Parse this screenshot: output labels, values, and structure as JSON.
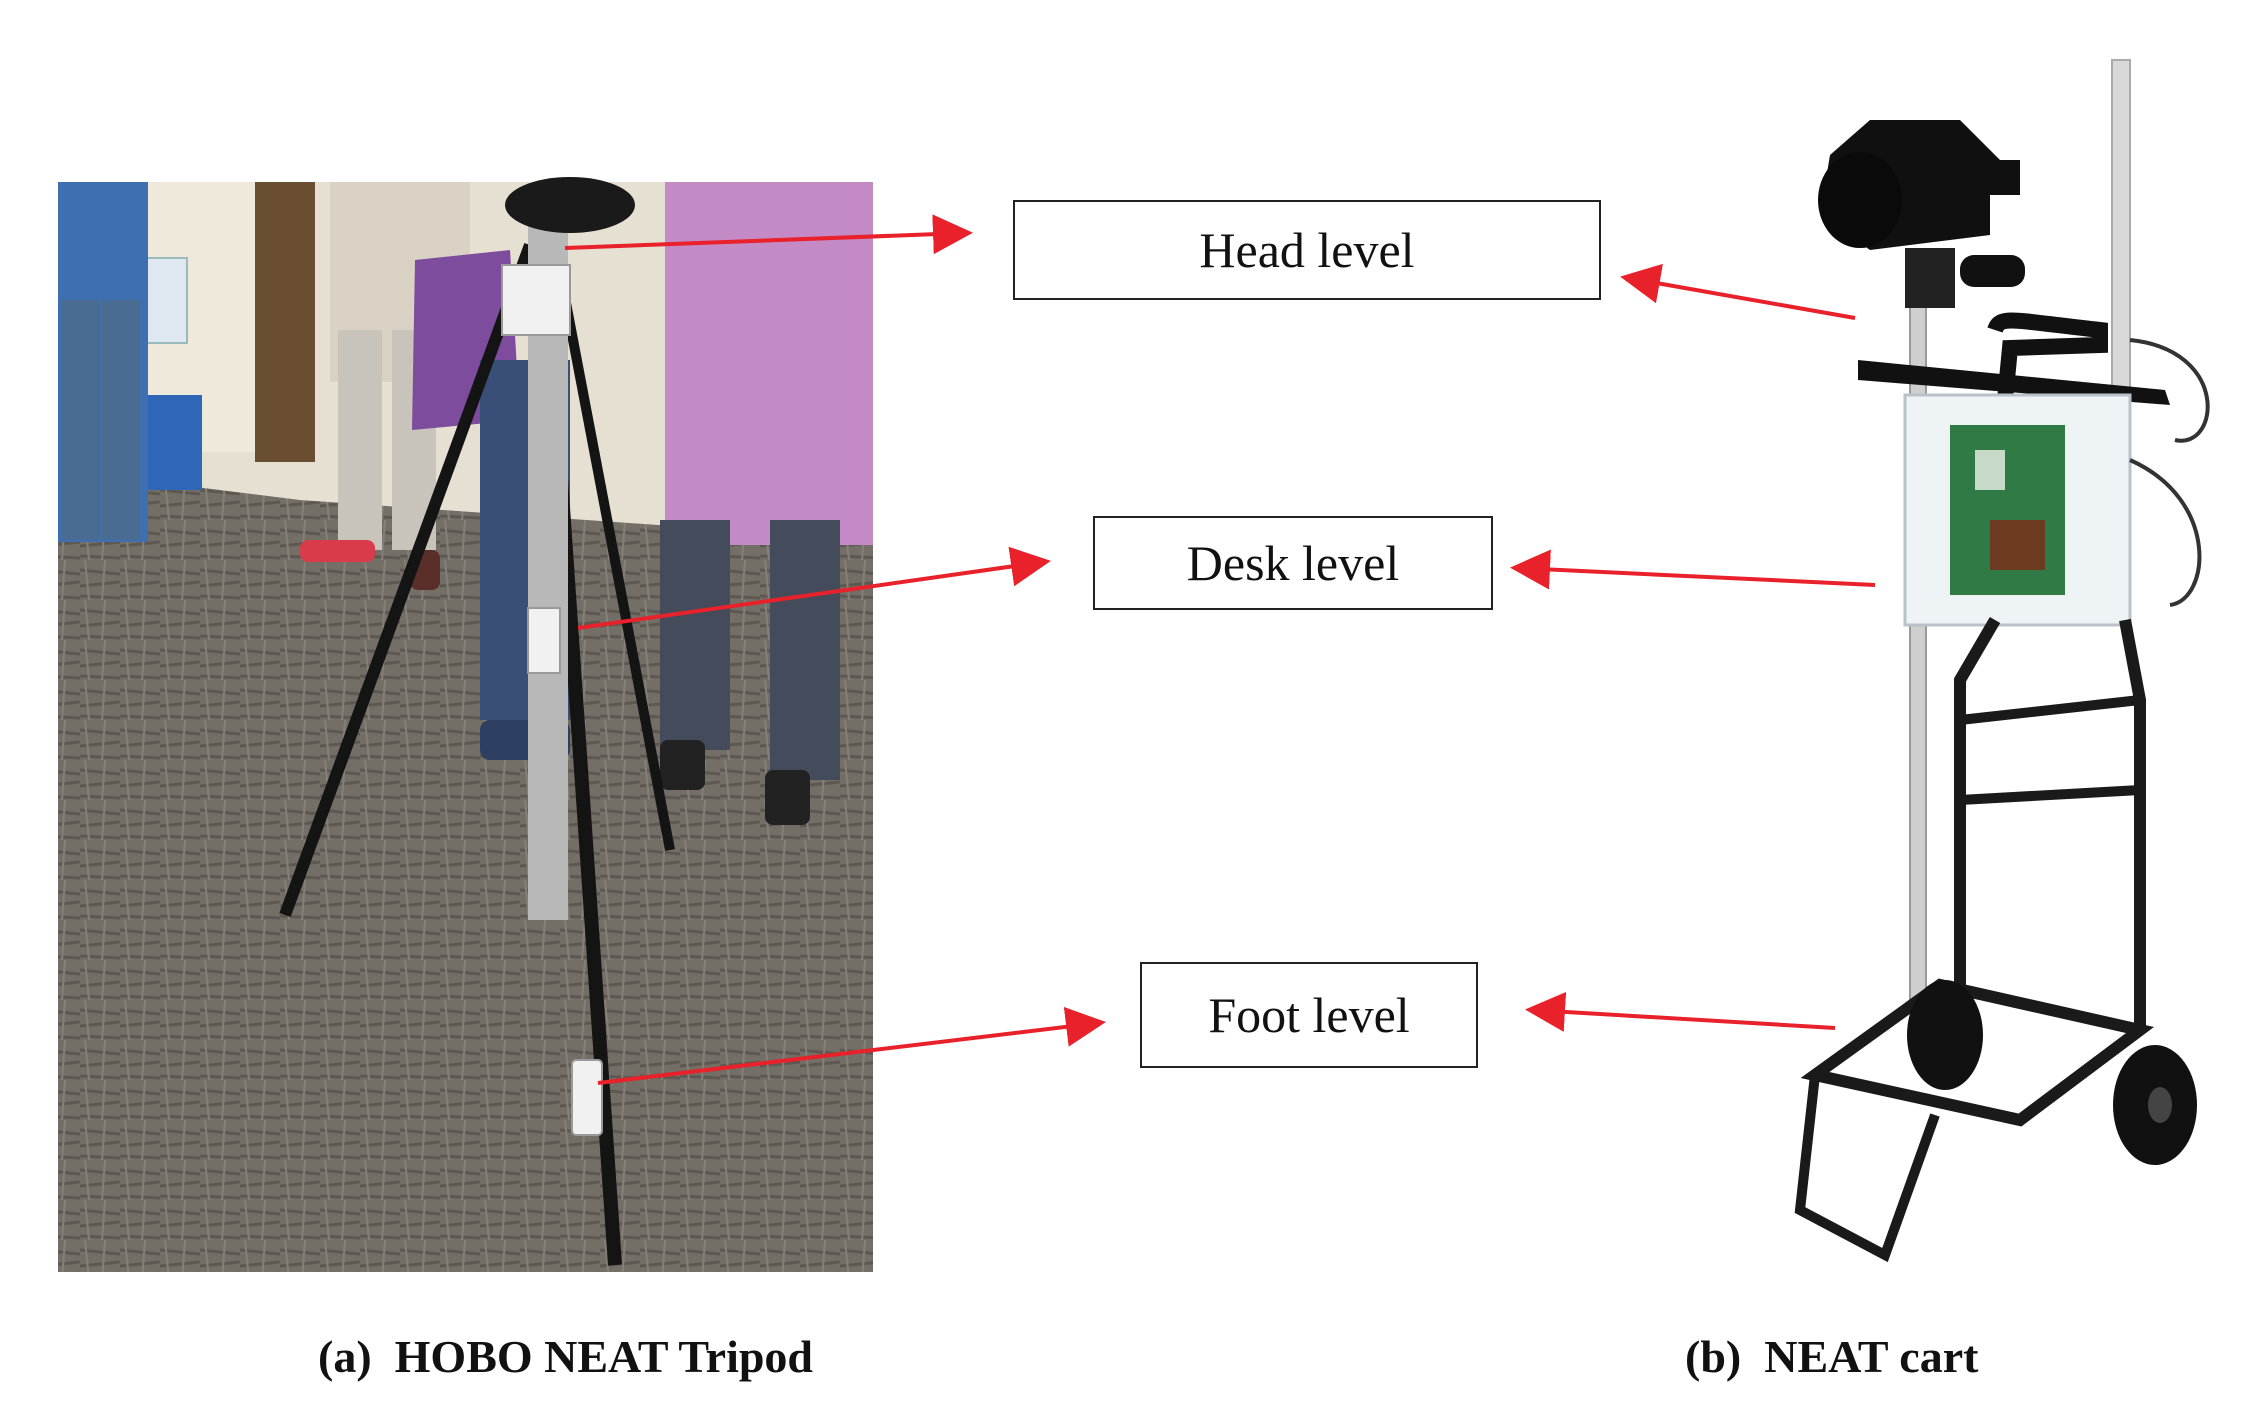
{
  "labels": {
    "head": "Head level",
    "desk": "Desk level",
    "foot": "Foot level"
  },
  "captions": {
    "a": "(a)  HOBO NEAT Tripod",
    "b": "(b)  NEAT cart"
  },
  "colors": {
    "arrow": "#e8212a",
    "box_border": "#222222",
    "carpet": "#6f6a63",
    "wall": "#e9e3d6",
    "frame": "#1a1a1a"
  }
}
